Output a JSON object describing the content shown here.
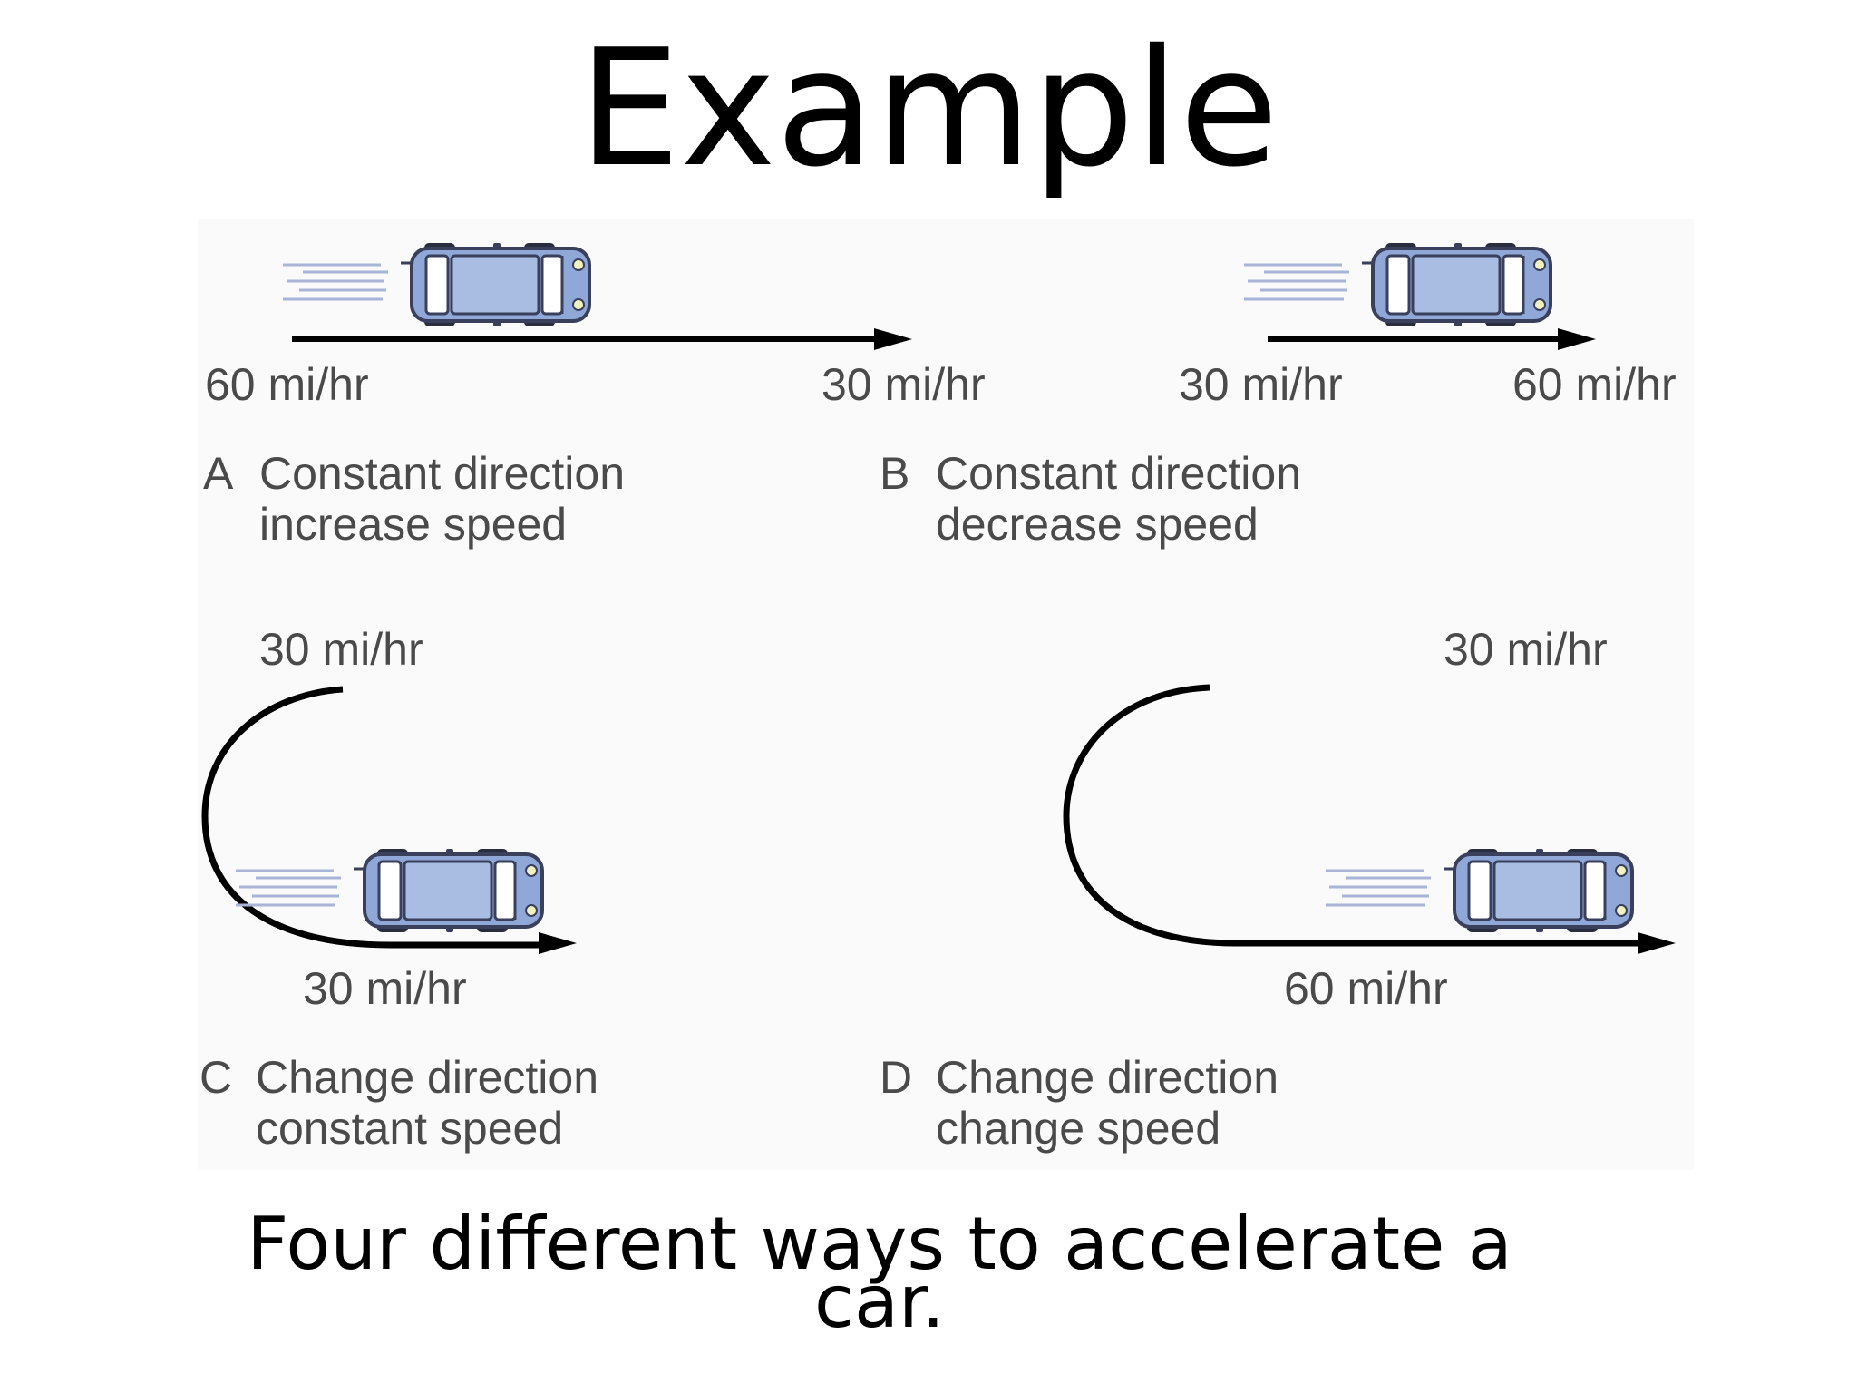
{
  "title": "Example",
  "caption": "Four different ways to accelerate a car.",
  "panels": {
    "a": {
      "letter": "A",
      "line1": "Constant direction",
      "line2": "increase speed",
      "start_speed": "60 mi/hr",
      "end_speed": "30 mi/hr"
    },
    "b": {
      "letter": "B",
      "line1": "Constant direction",
      "line2": "decrease speed",
      "start_speed": "30 mi/hr",
      "end_speed": "60 mi/hr"
    },
    "c": {
      "letter": "C",
      "line1": "Change direction",
      "line2": "constant speed",
      "start_speed": "30 mi/hr",
      "end_speed": "30 mi/hr"
    },
    "d": {
      "letter": "D",
      "line1": "Change direction",
      "line2": "change speed",
      "start_speed": "30 mi/hr",
      "end_speed": "60 mi/hr"
    }
  },
  "colors": {
    "car_body": "#8fa8d8",
    "car_outline": "#3a3f5c",
    "speed_lines": "#a8b4d8",
    "path": "#000000",
    "label_text": "#4a4a4a"
  }
}
